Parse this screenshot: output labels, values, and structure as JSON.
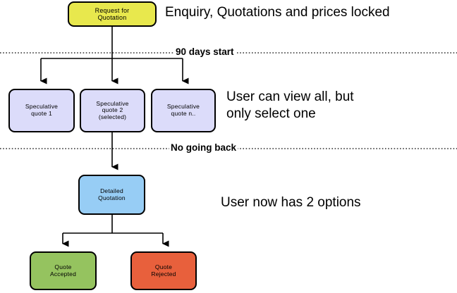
{
  "diagram": {
    "title_note": "Enquiry, Quotations and prices locked",
    "nodes": [
      {
        "id": "rfq",
        "label": "Request for\nQuotation",
        "color": "#E8E84D"
      },
      {
        "id": "spec1",
        "label": "Speculative\nquote 1",
        "color": "#DCDCFA"
      },
      {
        "id": "spec2",
        "label": "Speculative\nquote 2\n(selected)",
        "color": "#DCDCFA"
      },
      {
        "id": "specn",
        "label": "Speculative\nquote n..",
        "color": "#DCDCFA"
      },
      {
        "id": "detailed",
        "label": "Detailed\nQuotation",
        "color": "#97CDF5"
      },
      {
        "id": "accepted",
        "label": "Quote\nAccepted",
        "color": "#95C35F"
      },
      {
        "id": "rejected",
        "label": "Quote\nRejected",
        "color": "#E8603C"
      }
    ],
    "dividers": [
      {
        "id": "divider-90-days",
        "label": "90 days start"
      },
      {
        "id": "divider-no-going-back",
        "label": "No going back"
      }
    ],
    "notes": [
      {
        "id": "note-top",
        "text": "Enquiry, Quotations and prices locked"
      },
      {
        "id": "note-middle",
        "text": "User can view all, but\nonly select one"
      },
      {
        "id": "note-bottom",
        "text": "User now has 2 options"
      }
    ],
    "colors": {
      "yellow": "#E8E84D",
      "lavender": "#DCDCFA",
      "blue": "#97CDF5",
      "green": "#95C35F",
      "red": "#E8603C",
      "stroke": "#000000",
      "background": "#FFFFFF"
    }
  }
}
